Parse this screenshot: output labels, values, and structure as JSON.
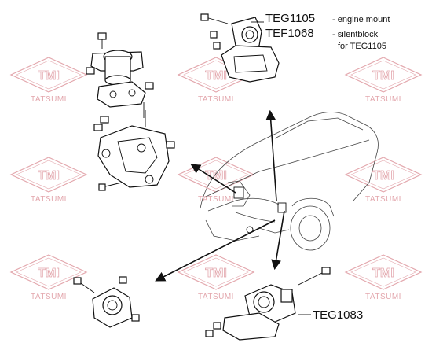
{
  "watermark": {
    "brand": "TMI",
    "subbrand": "TATSUMI",
    "color": "#e3a7ad"
  },
  "labels": [
    {
      "code": "TEG1105",
      "desc": "- engine mount"
    },
    {
      "code": "TEF1068",
      "desc": "- silentblock"
    },
    {
      "code": "",
      "desc": "for TEG1105"
    },
    {
      "code": "TEG1083",
      "desc": ""
    }
  ],
  "icons": {
    "engine_mount_top_left": "engine-mount-assembly-icon",
    "mount_bracket_left": "mount-bracket-icon",
    "mount_top_right": "engine-mount-icon",
    "silentblock_bottom_left": "silentblock-icon",
    "mount_bottom_right": "transmission-mount-icon",
    "car_front": "car-outline-icon"
  }
}
